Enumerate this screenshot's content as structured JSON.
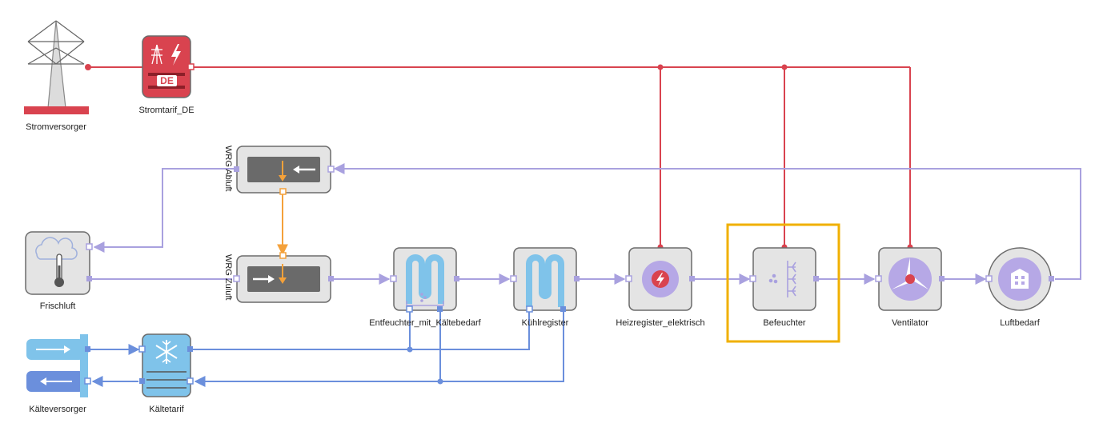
{
  "colors": {
    "power": "#d9434f",
    "air": "#a9a1df",
    "cold": "#6b8fdc",
    "heat": "#f4a13a",
    "block_bg": "#e4e4e4",
    "block_border": "#6b6b6b",
    "selection": "#f0b000"
  },
  "blocks": {
    "stromversorger": "Stromversorger",
    "stromtarif": "Stromtarif_DE",
    "stromtarif_badge": "DE",
    "wrg_abluft": "WRG Abluft",
    "wrg_zuluft": "WRG Zuluft",
    "frischluft": "Frischluft",
    "entfeuchter": "Entfeuchter_mit_Kältebedarf",
    "kuehlregister": "Kühlregister",
    "heizregister": "Heizregister_elektrisch",
    "befeuchter": "Befeuchter",
    "ventilator": "Ventilator",
    "luftbedarf": "Luftbedarf",
    "kaelteversorger": "Kälteversorger",
    "kaeltetarif": "Kältetarif"
  },
  "icons": [
    "power-tower-icon",
    "tariff-icon",
    "heat-exchanger-icon",
    "weather-icon",
    "dehumidifier-coil-icon",
    "cooling-coil-icon",
    "electric-heater-icon",
    "humidifier-icon",
    "fan-icon",
    "building-icon",
    "cold-supply-icon",
    "snowflake-icon"
  ],
  "selected_block": "Befeuchter"
}
